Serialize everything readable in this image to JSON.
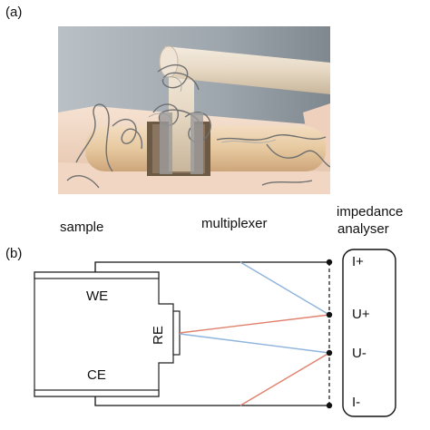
{
  "panels": {
    "a": "(a)",
    "b": "(b)"
  },
  "headers": {
    "sample": "sample",
    "multiplexer": "multiplexer",
    "analyser_line1": "impedance",
    "analyser_line2": "analyser"
  },
  "electrodes": {
    "we": "WE",
    "re": "RE",
    "ce": "CE"
  },
  "terminals": {
    "i_plus": "I+",
    "u_plus": "U+",
    "u_minus": "U-",
    "i_minus": "I-"
  },
  "colors": {
    "wire_blue": "#8fb4dd",
    "wire_red": "#e0826e",
    "wire_black": "#111111"
  }
}
